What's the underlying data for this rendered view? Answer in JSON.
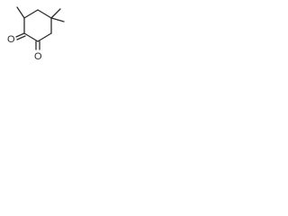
{
  "diagram": {
    "type": "skeletal-structure",
    "atoms": [
      {
        "id": "o1",
        "element": "O",
        "label": "O"
      },
      {
        "id": "o2",
        "element": "O",
        "label": "O"
      },
      {
        "id": "c1",
        "element": "C"
      },
      {
        "id": "c2",
        "element": "C"
      },
      {
        "id": "c3",
        "element": "C"
      },
      {
        "id": "c4",
        "element": "C"
      },
      {
        "id": "c5",
        "element": "C"
      },
      {
        "id": "c6",
        "element": "C"
      },
      {
        "id": "me1",
        "element": "C"
      },
      {
        "id": "me2",
        "element": "C"
      },
      {
        "id": "me3",
        "element": "C"
      }
    ],
    "bonds": [
      {
        "from": "c1",
        "to": "c2",
        "order": 1
      },
      {
        "from": "c2",
        "to": "c3",
        "order": 1
      },
      {
        "from": "c3",
        "to": "c4",
        "order": 1
      },
      {
        "from": "c4",
        "to": "c5",
        "order": 1
      },
      {
        "from": "c5",
        "to": "c6",
        "order": 1
      },
      {
        "from": "c6",
        "to": "c1",
        "order": 1
      },
      {
        "from": "c6",
        "to": "o1",
        "order": 2
      },
      {
        "from": "c1",
        "to": "o2",
        "order": 2
      },
      {
        "from": "c5",
        "to": "me1",
        "order": 1
      },
      {
        "from": "c3",
        "to": "me2",
        "order": 1
      },
      {
        "from": "c3",
        "to": "me3",
        "order": 1
      }
    ]
  }
}
